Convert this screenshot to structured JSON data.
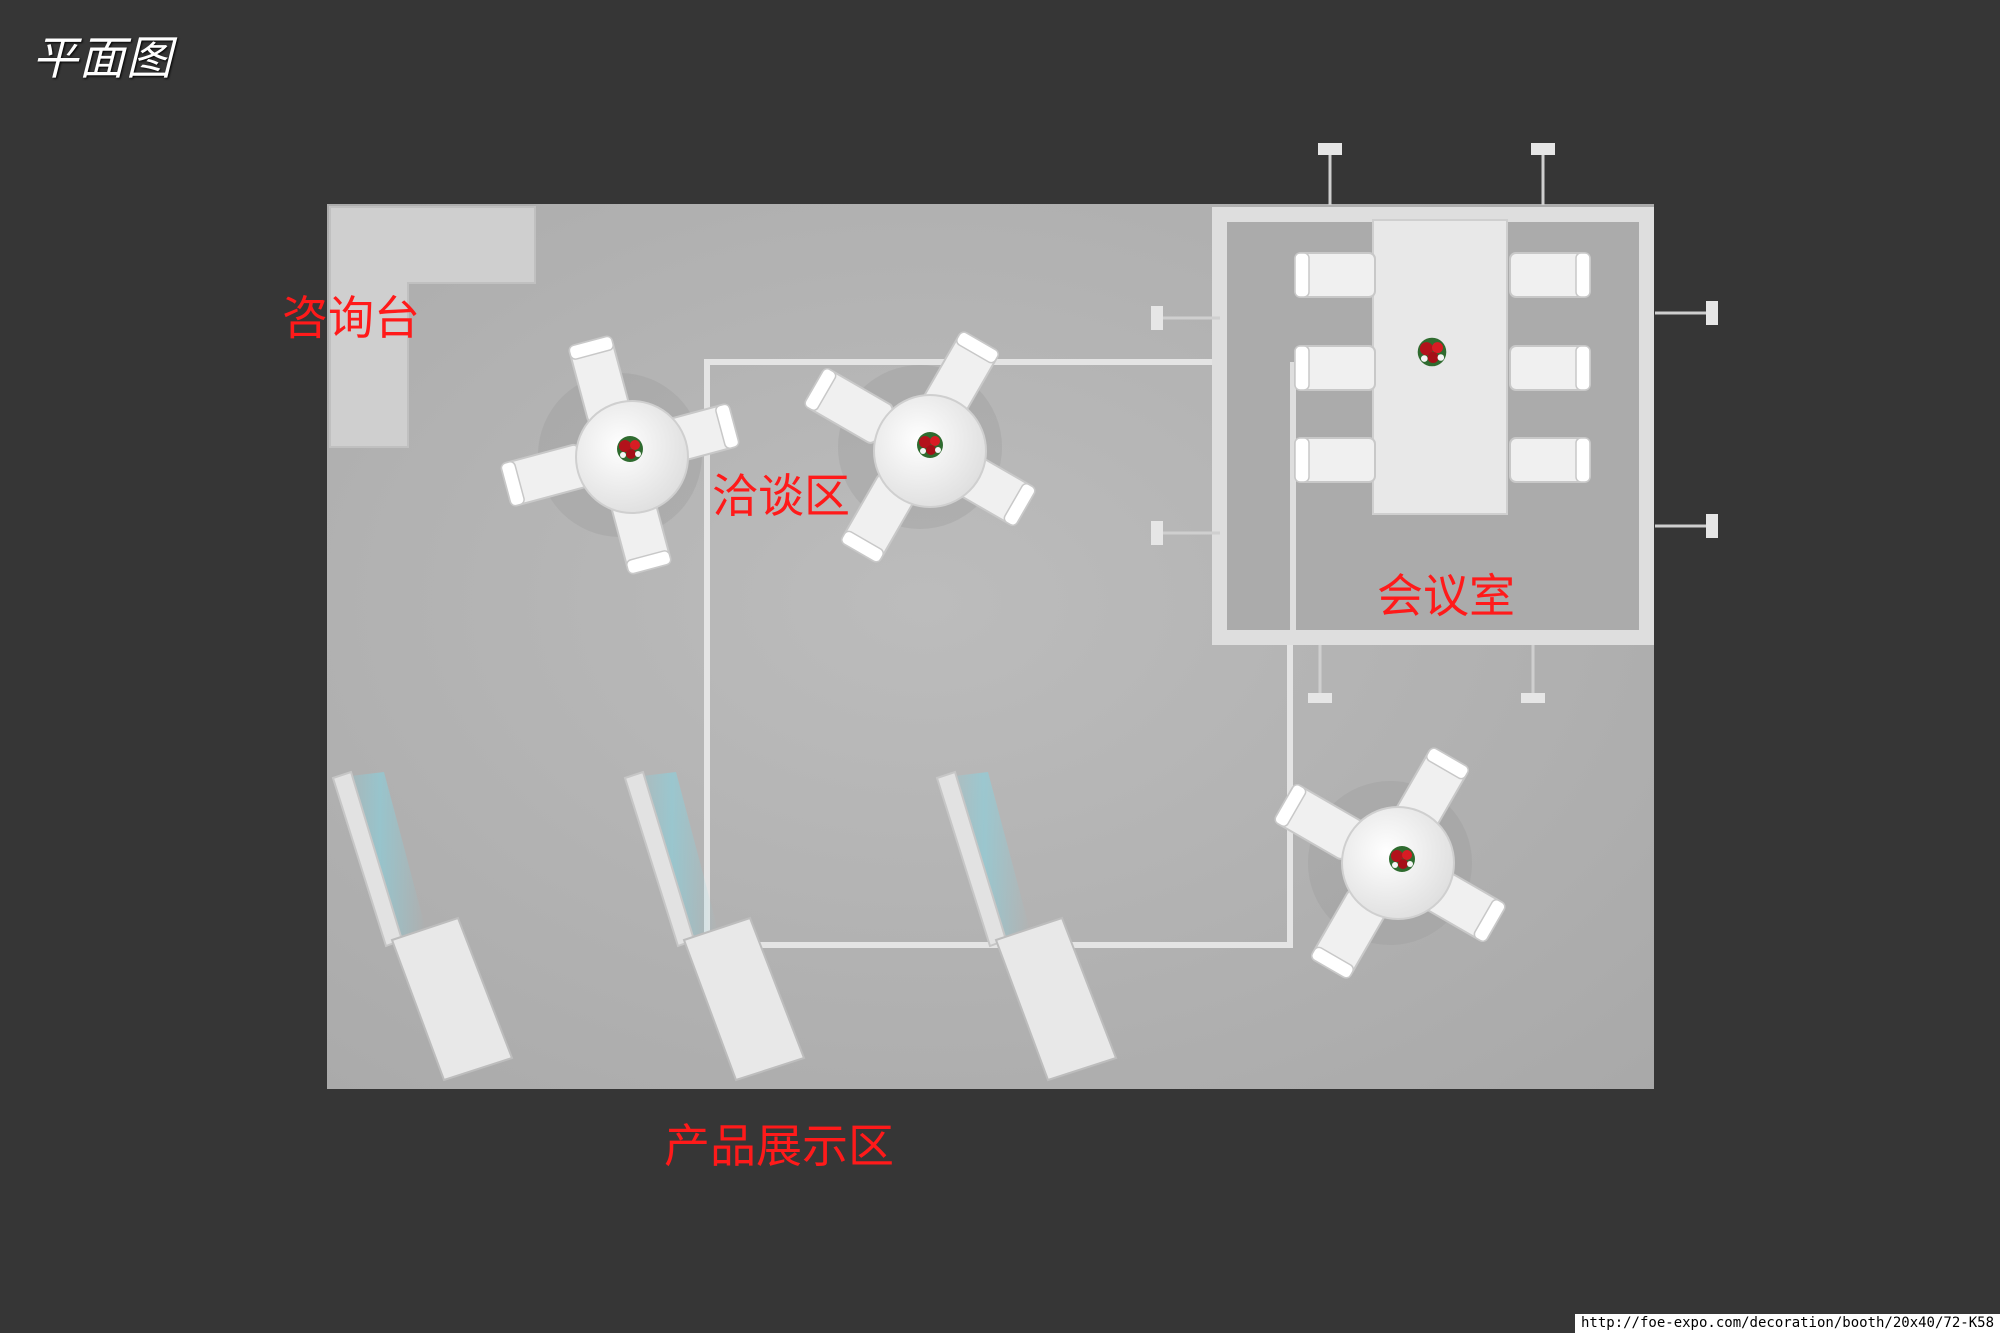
{
  "title": "平面图",
  "zones": {
    "reception": "咨询台",
    "negotiation": "洽谈区",
    "meeting_room": "会议室",
    "product_display": "产品展示区"
  },
  "source_url": "http://foe-expo.com/decoration/booth/20x40/72-K58",
  "colors": {
    "background": "#363636",
    "floor": "#b3b3b3",
    "label_red": "#ff1a1a",
    "furniture": "#f2f2f2"
  }
}
